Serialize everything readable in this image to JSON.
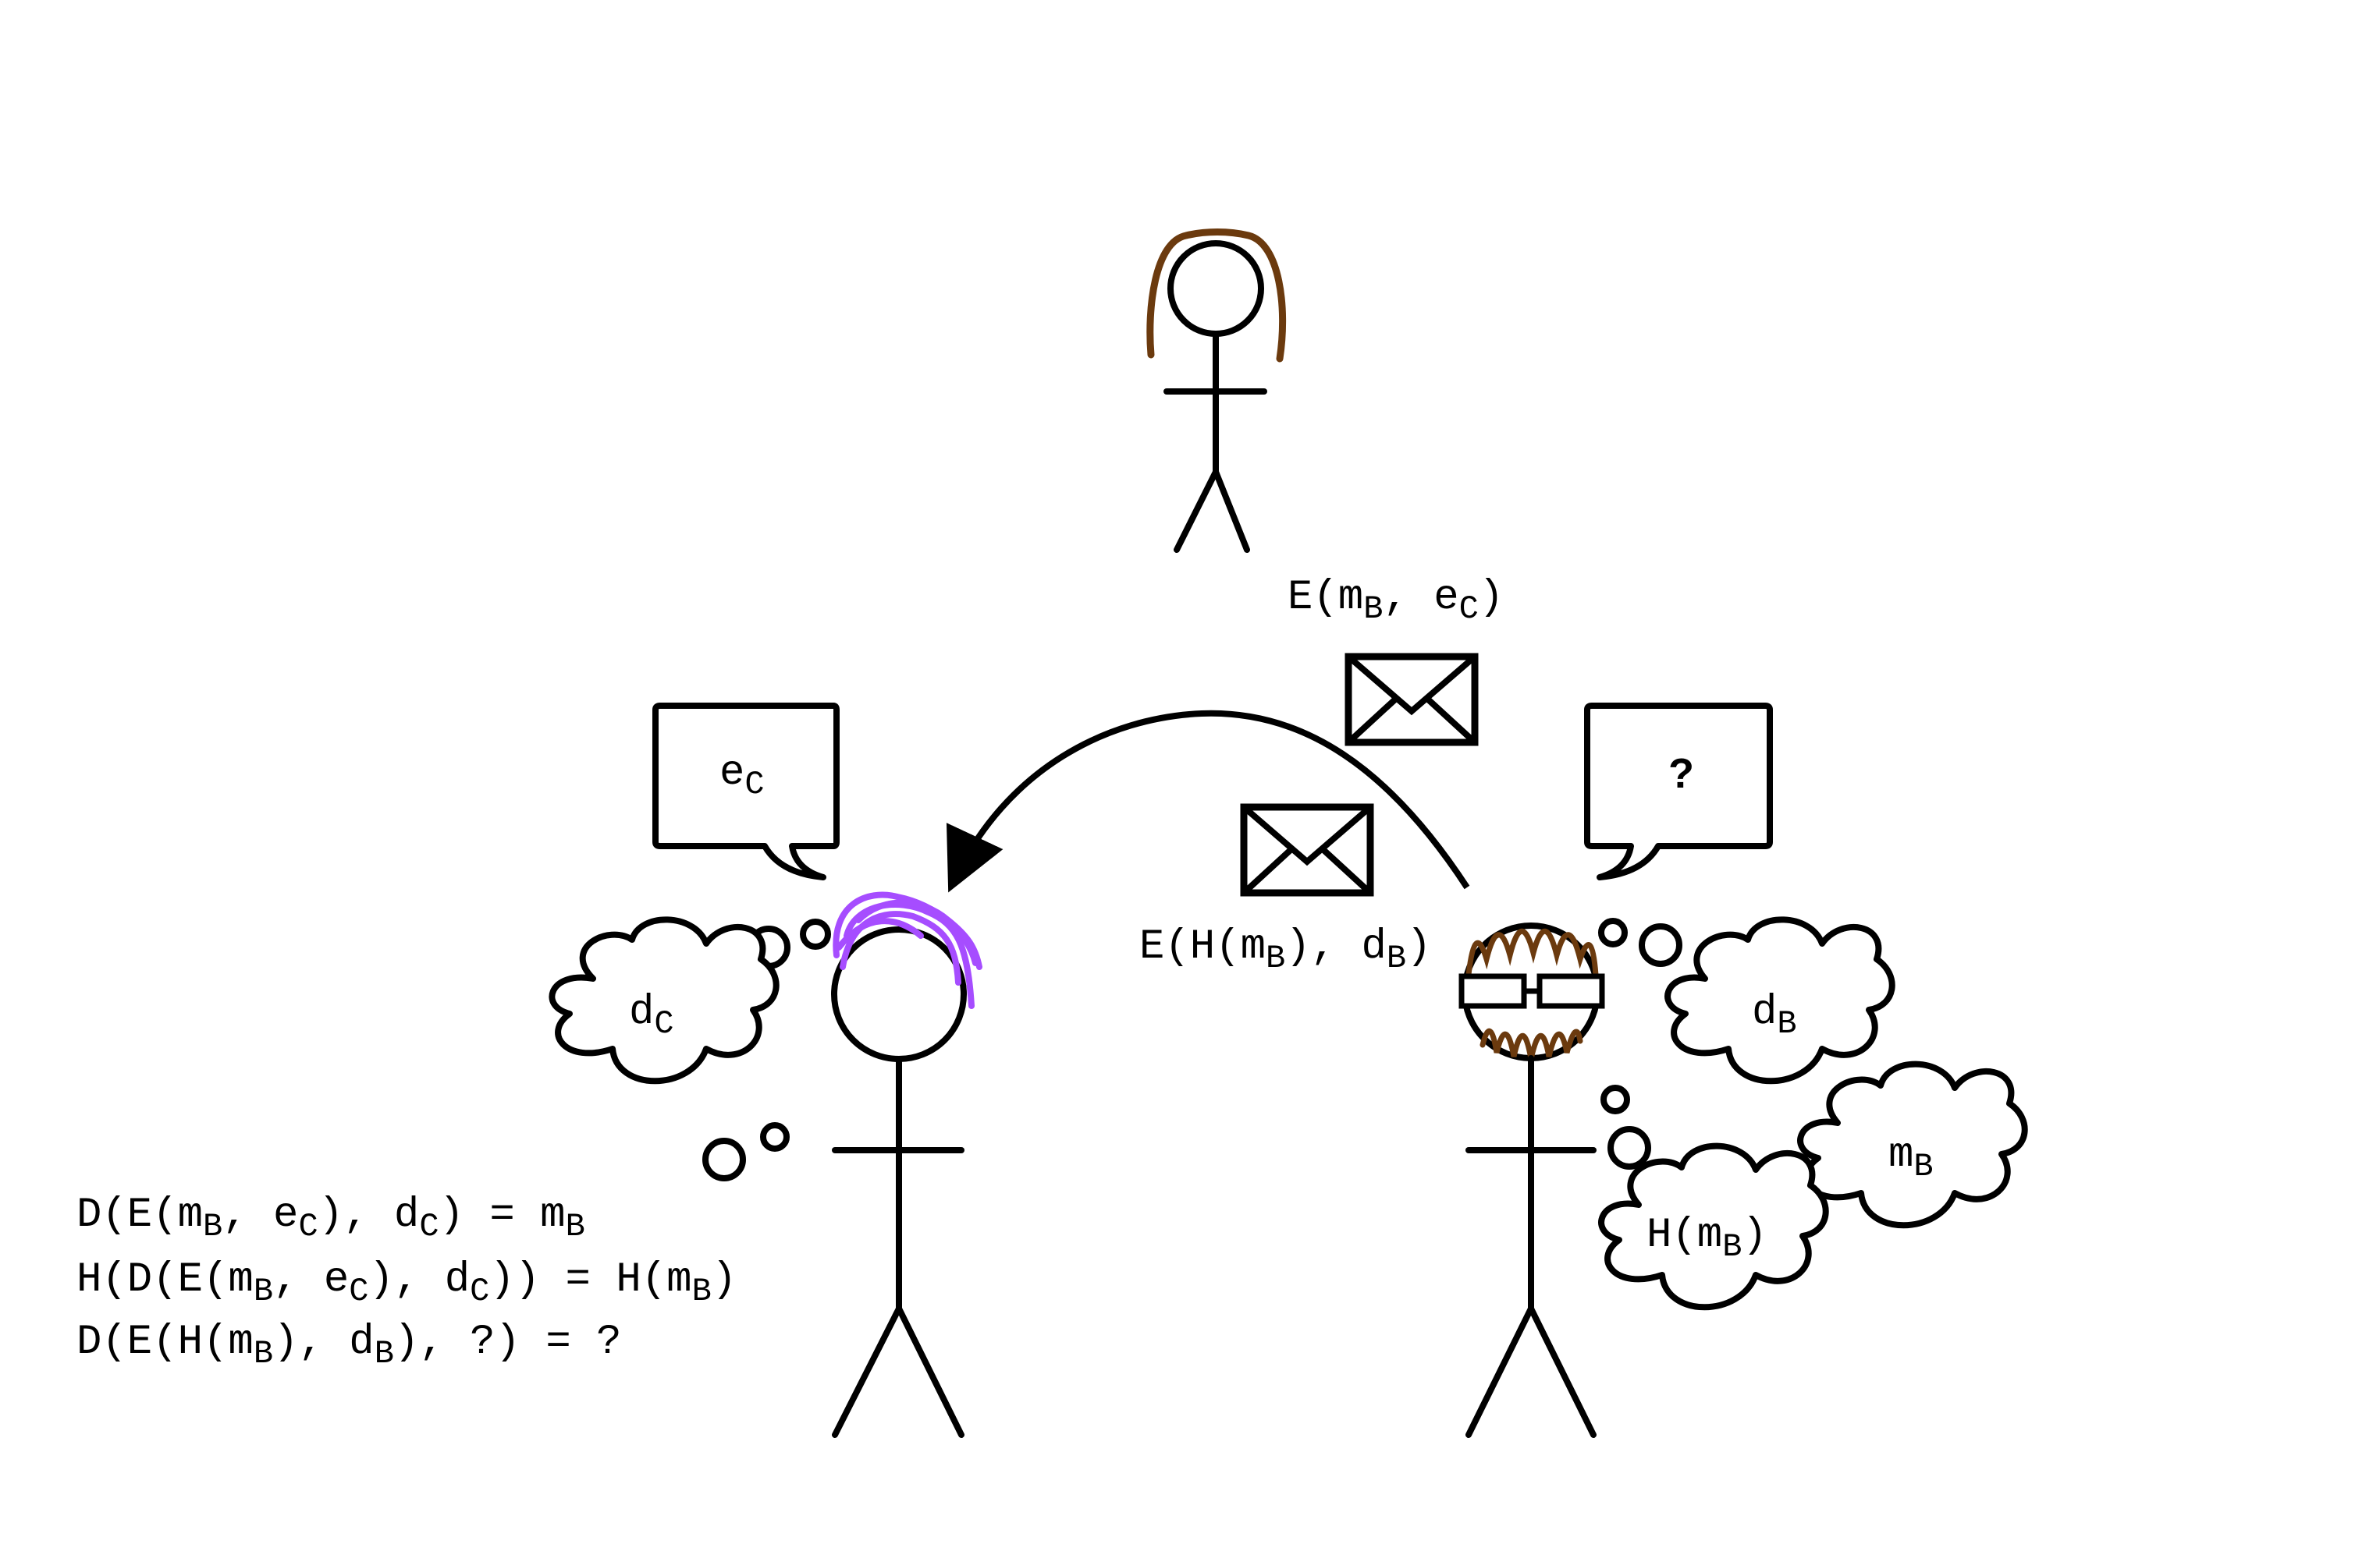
{
  "figures": {
    "top": {
      "role": "eavesdropper",
      "hair_color": "#6B3A0E"
    },
    "left": {
      "role": "receiver",
      "hair_color": "#A64DFF"
    },
    "right": {
      "role": "sender",
      "hair_color": "#6B3A0E",
      "accessory": "glasses"
    }
  },
  "envelopes": [
    {
      "label_main": "E(m",
      "sub1": "B",
      "mid": ", e",
      "sub2": "C",
      "tail": ")"
    },
    {
      "label_main": "E(H(m",
      "sub1": "B",
      "mid": "), d",
      "sub2": "B",
      "tail": ")"
    }
  ],
  "speech_bubbles": {
    "left": {
      "main": "e",
      "sub": "C"
    },
    "right": {
      "text": "?"
    }
  },
  "thought_clouds": {
    "left": {
      "main": "d",
      "sub": "C"
    },
    "right_top": {
      "main": "d",
      "sub": "B"
    },
    "right_mid": {
      "main": "m",
      "sub": "B"
    },
    "right_bottom": {
      "main": "H(m",
      "sub": "B",
      "tail": ")"
    }
  },
  "equations": [
    {
      "p1": "D(E(m",
      "s1": "B",
      "p2": ", e",
      "s2": "C",
      "p3": "), d",
      "s3": "C",
      "p4": ") = m",
      "s4": "B",
      "p5": ""
    },
    {
      "p1": "H(D(E(m",
      "s1": "B",
      "p2": ", e",
      "s2": "C",
      "p3": "), d",
      "s3": "C",
      "p4": ")) = H(m",
      "s4": "B",
      "p5": ")"
    },
    {
      "p1": "D(E(H(m",
      "s1": "B",
      "p2": "), d",
      "s2": "B",
      "p3": "), ?) = ?",
      "s3": "",
      "p4": "",
      "s4": "",
      "p5": ""
    }
  ],
  "icons": [
    "envelope-icon",
    "envelope-icon",
    "arrow-icon"
  ]
}
